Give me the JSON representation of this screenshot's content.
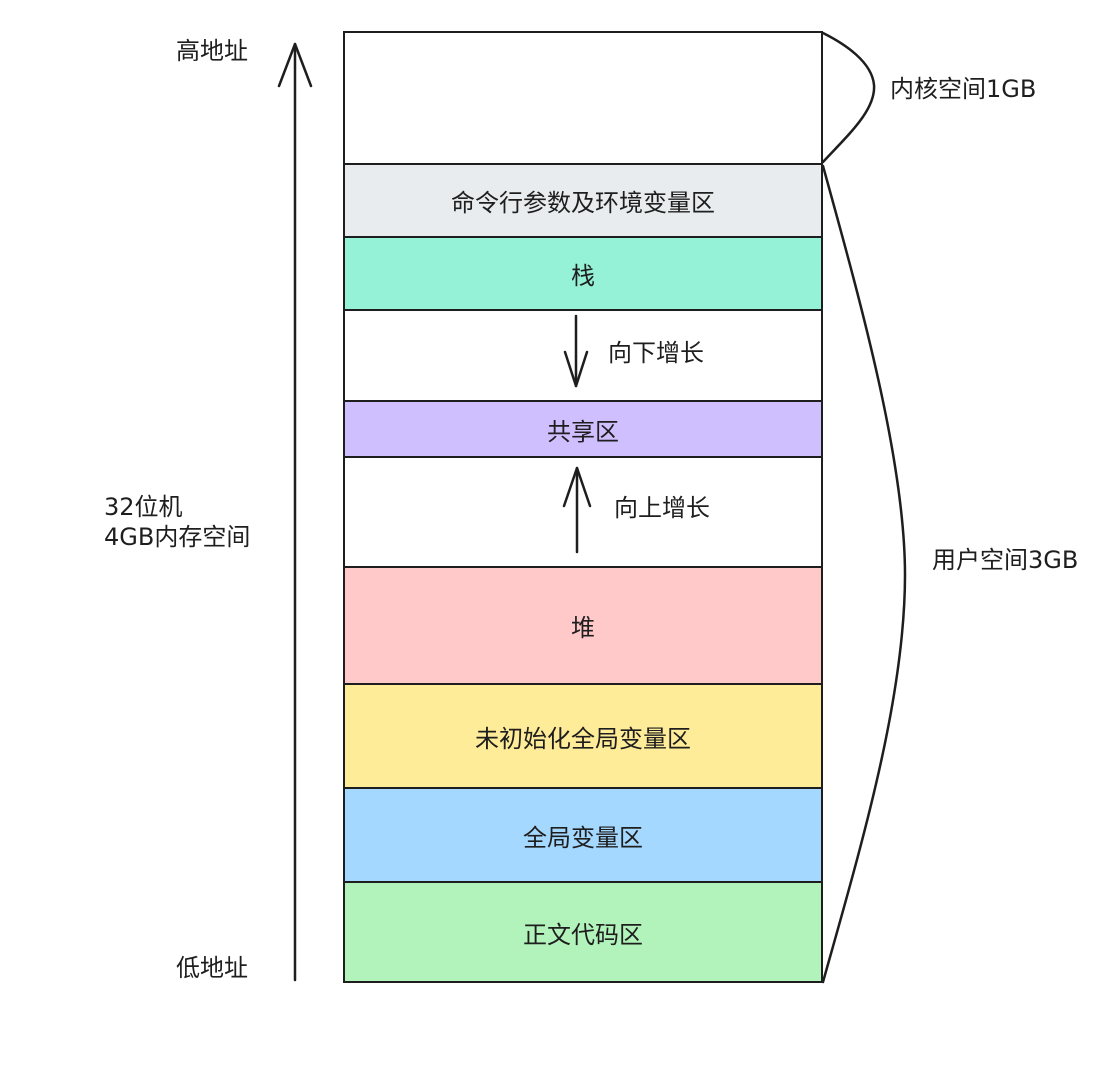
{
  "address_axis": {
    "high_label": "高地址",
    "low_label": "低地址",
    "description_line1": "32位机",
    "description_line2": "4GB内存空间"
  },
  "segments": {
    "kernel": {
      "label": "",
      "color": "#ffffff"
    },
    "cmdline_env": {
      "label": "命令行参数及环境变量区",
      "color": "#e9ecef"
    },
    "stack": {
      "label": "栈",
      "color": "#96f2d7"
    },
    "gap_down": {
      "label": "",
      "color": "#ffffff"
    },
    "shared": {
      "label": "共享区",
      "color": "#d0bfff"
    },
    "gap_up": {
      "label": "",
      "color": "#ffffff"
    },
    "heap": {
      "label": "堆",
      "color": "#ffc9c9"
    },
    "bss": {
      "label": "未初始化全局变量区",
      "color": "#ffec99"
    },
    "data": {
      "label": "全局变量区",
      "color": "#a5d8ff"
    },
    "text": {
      "label": "正文代码区",
      "color": "#b2f2bb"
    }
  },
  "growth": {
    "stack_growth_label": "向下增长",
    "heap_growth_label": "向上增长"
  },
  "braces": {
    "kernel_space_label": "内核空间1GB",
    "user_space_label": "用户空间3GB"
  }
}
